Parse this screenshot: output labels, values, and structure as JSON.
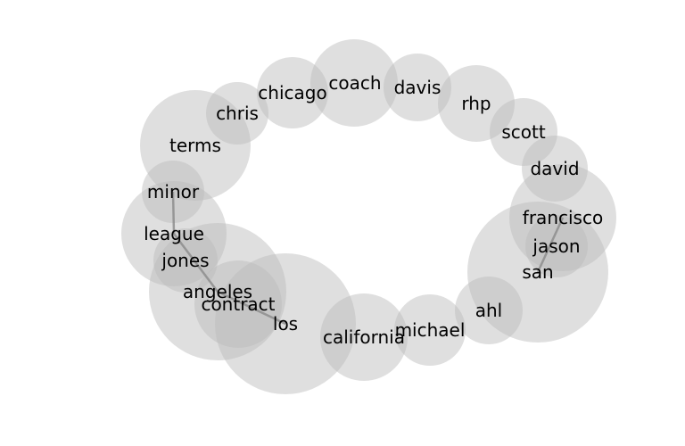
{
  "diagram": {
    "type": "word-bubble-network",
    "bubble_color": "#bdbdbd",
    "edge_color": "#8a8a8a",
    "text_color": "#000000",
    "nodes": [
      {
        "id": "coach",
        "label": "coach"
      },
      {
        "id": "chicago",
        "label": "chicago"
      },
      {
        "id": "davis",
        "label": "davis"
      },
      {
        "id": "rhp",
        "label": "rhp"
      },
      {
        "id": "scott",
        "label": "scott"
      },
      {
        "id": "chris",
        "label": "chris"
      },
      {
        "id": "terms",
        "label": "terms"
      },
      {
        "id": "david",
        "label": "david"
      },
      {
        "id": "minor",
        "label": "minor"
      },
      {
        "id": "francisco",
        "label": "francisco"
      },
      {
        "id": "league",
        "label": "league"
      },
      {
        "id": "jason",
        "label": "jason"
      },
      {
        "id": "jones",
        "label": "jones"
      },
      {
        "id": "san",
        "label": "san"
      },
      {
        "id": "angeles",
        "label": "angeles"
      },
      {
        "id": "contract",
        "label": "contract"
      },
      {
        "id": "ahl",
        "label": "ahl"
      },
      {
        "id": "los",
        "label": "los"
      },
      {
        "id": "michael",
        "label": "michael"
      },
      {
        "id": "california",
        "label": "california"
      }
    ],
    "edges": [
      [
        "minor",
        "league"
      ],
      [
        "league",
        "angeles"
      ],
      [
        "angeles",
        "los"
      ],
      [
        "francisco",
        "san"
      ]
    ]
  }
}
